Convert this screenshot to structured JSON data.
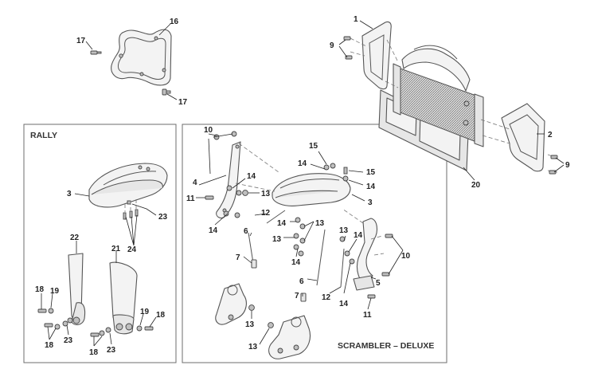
{
  "panels": {
    "rally_title": "RALLY",
    "scrambler_title": "SCRAMBLER – DELUXE"
  },
  "callouts": {
    "c1": "1",
    "c2": "2",
    "c3a": "3",
    "c3b": "3",
    "c4": "4",
    "c5": "5",
    "c6a": "6",
    "c6b": "6",
    "c7a": "7",
    "c7b": "7",
    "c9a": "9",
    "c9b": "9",
    "c10a": "10",
    "c10b": "10",
    "c11a": "11",
    "c11b": "11",
    "c12a": "12",
    "c12b": "12",
    "c13a": "13",
    "c13b": "13",
    "c13c": "13",
    "c13d": "13",
    "c13e": "13",
    "c13f": "13",
    "c14a": "14",
    "c14b": "14",
    "c14c": "14",
    "c14d": "14",
    "c14e": "14",
    "c14f": "14",
    "c14g": "14",
    "c14h": "14",
    "c15a": "15",
    "c15b": "15",
    "c16": "16",
    "c17a": "17",
    "c17b": "17",
    "c18a": "18",
    "c18b": "18",
    "c18c": "18",
    "c18d": "18",
    "c19a": "19",
    "c19b": "19",
    "c20": "20",
    "c21": "21",
    "c22": "22",
    "c23a": "23",
    "c23b": "23",
    "c23c": "23",
    "c24": "24"
  }
}
